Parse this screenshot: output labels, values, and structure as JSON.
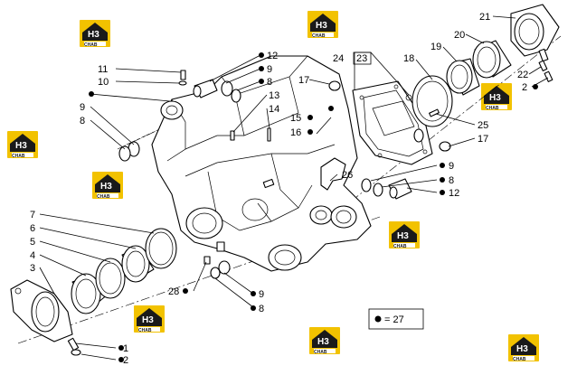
{
  "callouts": [
    {
      "id": "c1",
      "text": "1"
    },
    {
      "id": "c2",
      "text": "2"
    },
    {
      "id": "c3",
      "text": "3"
    },
    {
      "id": "c4",
      "text": "4"
    },
    {
      "id": "c5",
      "text": "5"
    },
    {
      "id": "c6",
      "text": "6"
    },
    {
      "id": "c7",
      "text": "7"
    },
    {
      "id": "c8a",
      "text": "8"
    },
    {
      "id": "c9a",
      "text": "9"
    },
    {
      "id": "c10",
      "text": "10"
    },
    {
      "id": "c11",
      "text": "11"
    },
    {
      "id": "c12a",
      "text": "12"
    },
    {
      "id": "c9b",
      "text": "9"
    },
    {
      "id": "c8b",
      "text": "8"
    },
    {
      "id": "c13",
      "text": "13"
    },
    {
      "id": "c14",
      "text": "14"
    },
    {
      "id": "c15",
      "text": "15"
    },
    {
      "id": "c16",
      "text": "16"
    },
    {
      "id": "c17a",
      "text": "17"
    },
    {
      "id": "c24",
      "text": "24"
    },
    {
      "id": "c23",
      "text": "23"
    },
    {
      "id": "c18",
      "text": "18"
    },
    {
      "id": "c19",
      "text": "19"
    },
    {
      "id": "c20",
      "text": "20"
    },
    {
      "id": "c21",
      "text": "21"
    },
    {
      "id": "c22",
      "text": "22"
    },
    {
      "id": "c2b",
      "text": "2"
    },
    {
      "id": "c25",
      "text": "25"
    },
    {
      "id": "c17b",
      "text": "17"
    },
    {
      "id": "c26",
      "text": "26"
    },
    {
      "id": "c9c",
      "text": "9"
    },
    {
      "id": "c8c",
      "text": "8"
    },
    {
      "id": "c12b",
      "text": "12"
    },
    {
      "id": "c28",
      "text": "28"
    },
    {
      "id": "c9d",
      "text": "9"
    },
    {
      "id": "c8d",
      "text": "8"
    }
  ],
  "legend": {
    "text": "= 27"
  },
  "watermark": {
    "brand": "H3",
    "sub": "CHAB"
  },
  "colors": {
    "ink": "#000000",
    "watermark_yellow": "#f2c200",
    "watermark_dark": "#1a1a1a"
  }
}
